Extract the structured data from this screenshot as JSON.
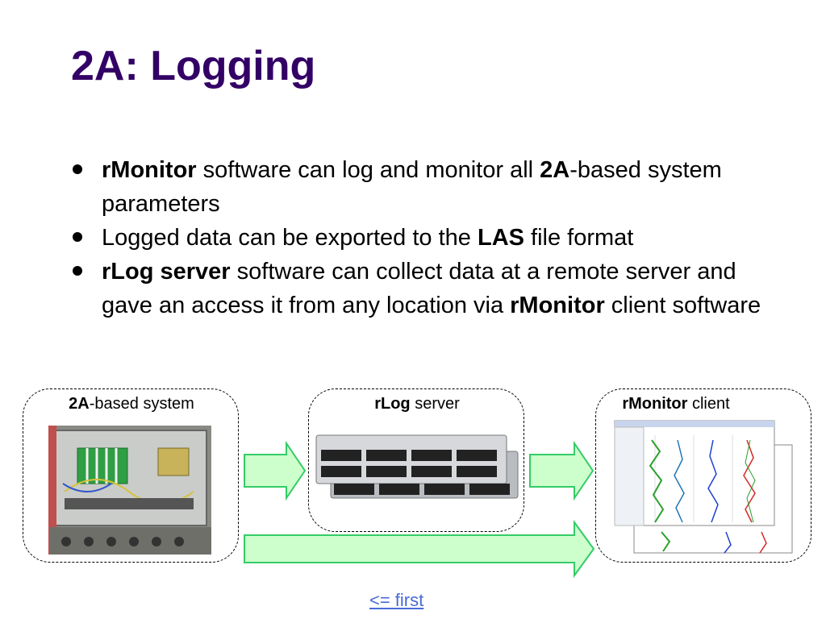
{
  "slide": {
    "title": "2A: Logging",
    "bullets": [
      {
        "parts": [
          {
            "b": true,
            "t": "rMonitor"
          },
          {
            "b": false,
            "t": " software can log and monitor all "
          },
          {
            "b": true,
            "t": "2A"
          },
          {
            "b": false,
            "t": "-based system parameters"
          }
        ]
      },
      {
        "parts": [
          {
            "b": false,
            "t": "Logged data can be exported to the "
          },
          {
            "b": true,
            "t": "LAS"
          },
          {
            "b": false,
            "t": " file format"
          }
        ]
      },
      {
        "parts": [
          {
            "b": true,
            "t": "rLog server"
          },
          {
            "b": false,
            "t": " software can collect data at a remote server and gave an access it from any location via "
          },
          {
            "b": true,
            "t": "rMonitor"
          },
          {
            "b": false,
            "t": " client software"
          }
        ]
      }
    ]
  },
  "diagram": {
    "system": {
      "bold": "2A",
      "text": "-based system"
    },
    "server": {
      "bold": "rLog",
      "text": " server"
    },
    "client": {
      "bold": "rMonitor",
      "text": " client"
    }
  },
  "nav": {
    "first_link": "<= first"
  },
  "colors": {
    "title": "#330066",
    "arrow_fill": "#ccffcc",
    "arrow_stroke": "#33cc66",
    "link": "#4a6ad8"
  }
}
